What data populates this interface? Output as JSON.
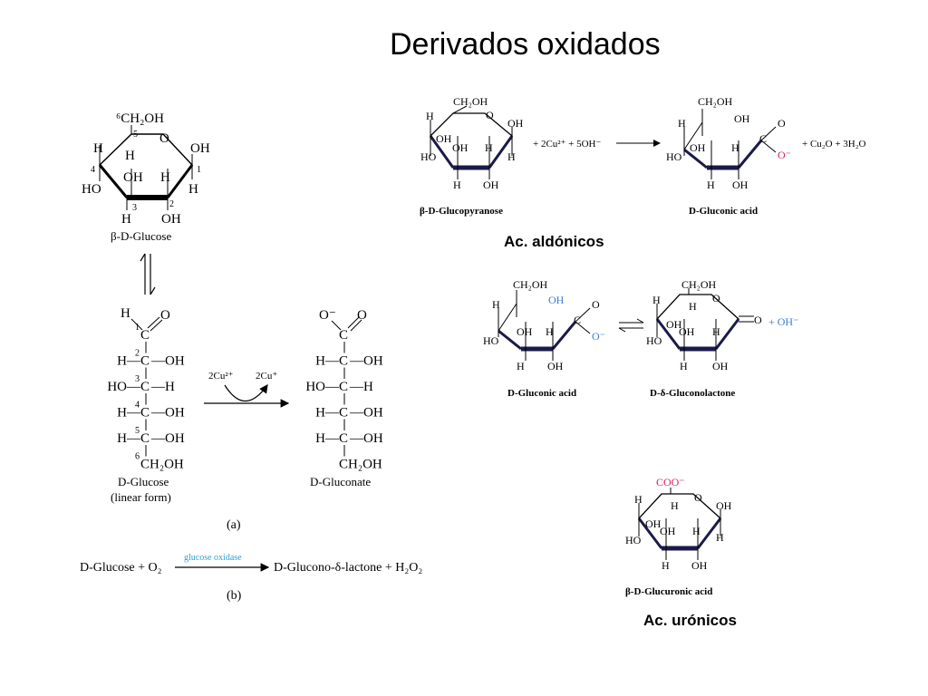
{
  "title": "Derivados oxidados",
  "labels": {
    "aldonic": "Ac. aldónicos",
    "uronic": "Ac. urónicos"
  },
  "left_panel": {
    "beta_glucose": {
      "name": "β-D-Glucose",
      "c6": "⁶CH₂OH",
      "c5": "5",
      "ring_o": "O",
      "c1": "1",
      "c2": "2",
      "c3": "3",
      "c4": "4",
      "h": "H",
      "oh": "OH",
      "ho": "HO"
    },
    "linear_glucose": {
      "name": "D-Glucose",
      "subname": "(linear form)",
      "rows": [
        {
          "num": "1",
          "left": "",
          "center": "C",
          "right": ""
        },
        {
          "num": "2",
          "left": "H—",
          "center": "C",
          "right": "—OH"
        },
        {
          "num": "3",
          "left": "HO—",
          "center": "C",
          "right": "—H"
        },
        {
          "num": "4",
          "left": "H—",
          "center": "C",
          "right": "—OH"
        },
        {
          "num": "5",
          "left": "H—",
          "center": "C",
          "right": "—OH"
        },
        {
          "num": "6",
          "left": "",
          "center": "CH₂OH",
          "right": ""
        }
      ],
      "top_h": "H",
      "top_o": "O"
    },
    "gluconate": {
      "name": "D-Gluconate",
      "top_o_minus": "O⁻",
      "top_o": "O",
      "rows": [
        {
          "left": "",
          "center": "C",
          "right": ""
        },
        {
          "left": "H—",
          "center": "C",
          "right": "—OH"
        },
        {
          "left": "HO—",
          "center": "C",
          "right": "—H"
        },
        {
          "left": "H—",
          "center": "C",
          "right": "—OH"
        },
        {
          "left": "H—",
          "center": "C",
          "right": "—OH"
        },
        {
          "left": "",
          "center": "CH₂OH",
          "right": ""
        }
      ]
    },
    "copper_in": "2Cu²⁺",
    "copper_out": "2Cu⁺",
    "panel_a": "(a)",
    "equation_b": {
      "reactants": "D-Glucose + O₂",
      "enzyme": "glucose oxidase",
      "products": "D-Glucono-δ-lactone + H₂O₂"
    },
    "panel_b": "(b)"
  },
  "right_panel": {
    "reaction1": {
      "reactant_name": "β-D-Glucopyranose",
      "reagents": "+ 2Cu²⁺ + 5OH⁻",
      "product_name": "D-Gluconic acid",
      "byproducts": "+ Cu₂O + 3H₂O"
    },
    "reaction2": {
      "reactant_name": "D-Gluconic acid",
      "product_name": "D-δ-Gluconolactone",
      "byproduct": "+ OH⁻"
    },
    "uronic": {
      "name": "β-D-Glucuronic acid",
      "coo": "COO⁻"
    }
  },
  "colors": {
    "accent_red": "#d6205a",
    "accent_blue": "#3a7fd0",
    "enzyme_blue": "#2aa0d8"
  }
}
